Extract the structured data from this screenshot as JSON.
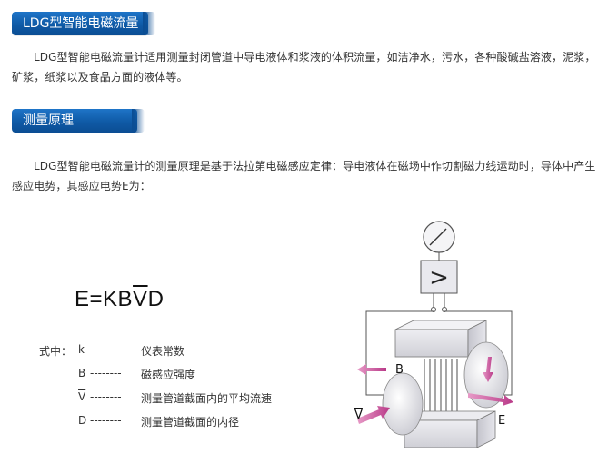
{
  "section1": {
    "heading": "LDG型智能电磁流量计",
    "paragraph": "LDG型智能电磁流量计适用测量封闭管道中导电液体和浆液的体积流量，如洁净水，污水，各种酸碱盐溶液，泥浆，矿浆，纸浆以及食品方面的液体等。"
  },
  "section2": {
    "heading": "测量原理",
    "paragraph": "LDG型智能电磁流量计的测量原理是基于法拉第电磁感应定律：导电液体在磁场中作切割磁力线运动时，导体中产生感应电势，其感应电势E为："
  },
  "formula": {
    "prefix": "E=KB",
    "overbar_symbol": "V",
    "suffix": "D"
  },
  "legend": {
    "prefix": "式中：",
    "dashes": "--------",
    "items": [
      {
        "symbol": "k",
        "text": "仪表常数"
      },
      {
        "symbol": "B",
        "text": "磁感应强度"
      },
      {
        "symbol": "V",
        "text": "测量管道截面内的平均流速",
        "overbar": true
      },
      {
        "symbol": "D",
        "text": "测量管道截面的内径"
      }
    ]
  },
  "diagram": {
    "label_B": "B",
    "label_V": "V",
    "label_E": "E",
    "meter_symbol": ">"
  },
  "colors": {
    "heading_bg": "#0f5aa6",
    "arrow": "#c94b9a",
    "block": "#d8d8de"
  }
}
